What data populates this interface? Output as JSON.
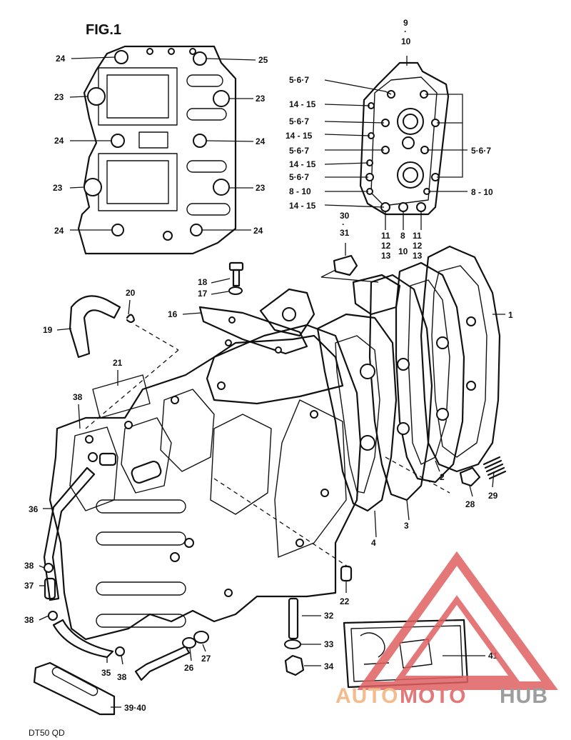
{
  "figure_title": "FIG.1",
  "model_code": "DT50 QD",
  "watermark": {
    "part1": "AUTO",
    "part2": "MOTO",
    "part3": "HUB",
    "color_orange": "#f3b07a",
    "color_red": "#e06060",
    "color_gray": "#8c8c8c"
  },
  "callouts": {
    "c9": "9",
    "c10_top": "10",
    "c5a": "5·6·7",
    "c14a": "14 - 15",
    "c5b": "5·6·7",
    "c14b": "14 - 15",
    "c5c": "5·6·7",
    "c5d": "5·6·7",
    "c14c": "14 - 15",
    "c5e": "5·6·7",
    "c8a": "8 - 10",
    "c8b": "8 - 10",
    "c14d": "14 - 15",
    "c11a": "11",
    "c12a": "12",
    "c13a": "13",
    "c8c": "8",
    "c10c": "10",
    "c11b": "11",
    "c12b": "12",
    "c13b": "13",
    "c24a": "24",
    "c25": "25",
    "c23a": "23",
    "c23b": "23",
    "c24b": "24",
    "c24c": "24",
    "c23c": "23",
    "c23d": "23",
    "c24d": "24",
    "c24e": "24",
    "c30": "30",
    "c31": "31",
    "c18": "18",
    "c17": "17",
    "c16": "16",
    "c20": "20",
    "c19": "19",
    "c1": "1",
    "c21": "21",
    "c38a": "38",
    "c36": "36",
    "c38b": "38",
    "c37": "37",
    "c38c": "38",
    "c35": "35",
    "c38d": "38",
    "c2": "2",
    "c29": "29",
    "c28": "28",
    "c3": "3",
    "c4": "4",
    "c22": "22",
    "c32": "32",
    "c33": "33",
    "c34": "34",
    "c41": "41",
    "c26": "26",
    "c27": "27",
    "c39": "39·40"
  }
}
